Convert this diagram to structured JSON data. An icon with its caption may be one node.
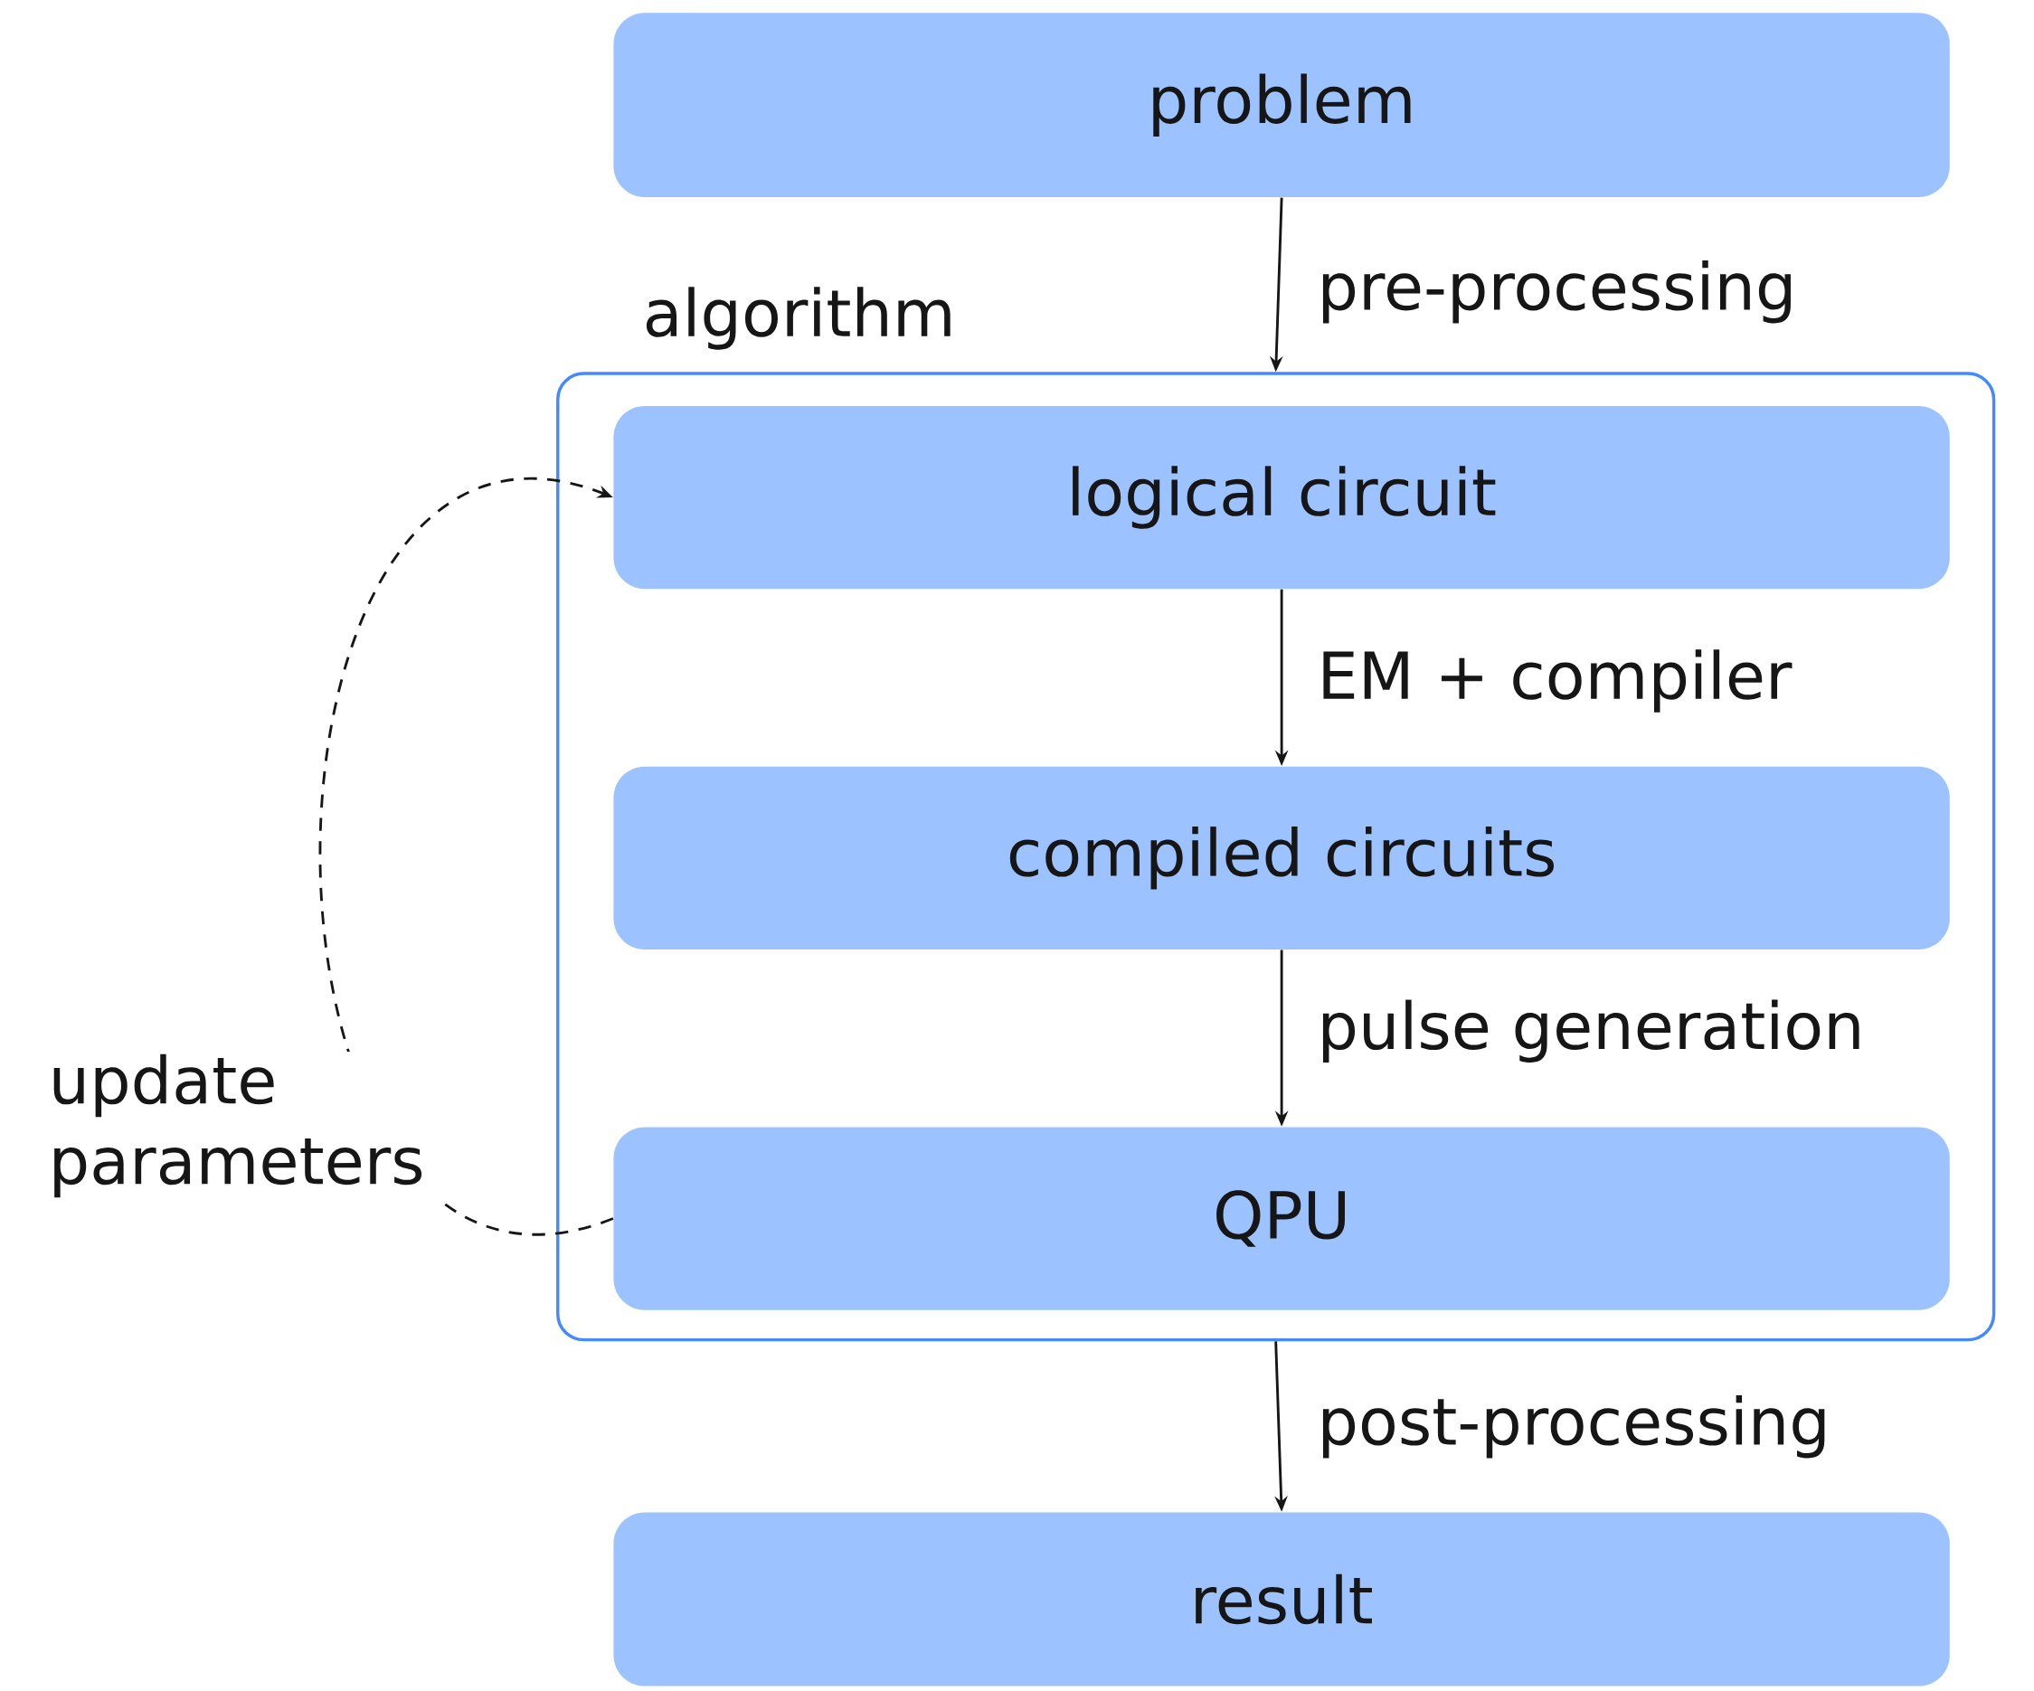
{
  "diagram": {
    "nodes": [
      {
        "text": [
          "problem"
        ]
      },
      {
        "text": [
          "algorithm"
        ]
      },
      {
        "text": [
          "logical circuit"
        ],
        "in": 1
      },
      {
        "text": [
          "compiled circuits"
        ],
        "in": 1
      },
      {
        "text": [
          "QPU"
        ],
        "in": 1
      },
      {
        "text": [
          "result"
        ]
      }
    ],
    "edges": [
      {
        "from": 0,
        "to": 1,
        "arrow": "to",
        "label": "pre-processing"
      },
      {
        "from": 2,
        "to": 3,
        "arrow": "to",
        "label": "EM + compiler"
      },
      {
        "from": 3,
        "to": 4,
        "arrow": "to",
        "label": "pulse generation"
      },
      {
        "from": 1,
        "to": 5,
        "arrow": "to",
        "label": "post-processing"
      },
      {
        "from": 4,
        "to": 2,
        "arrow": "to",
        "style": "dashed",
        "label": "update parameters"
      }
    ]
  }
}
